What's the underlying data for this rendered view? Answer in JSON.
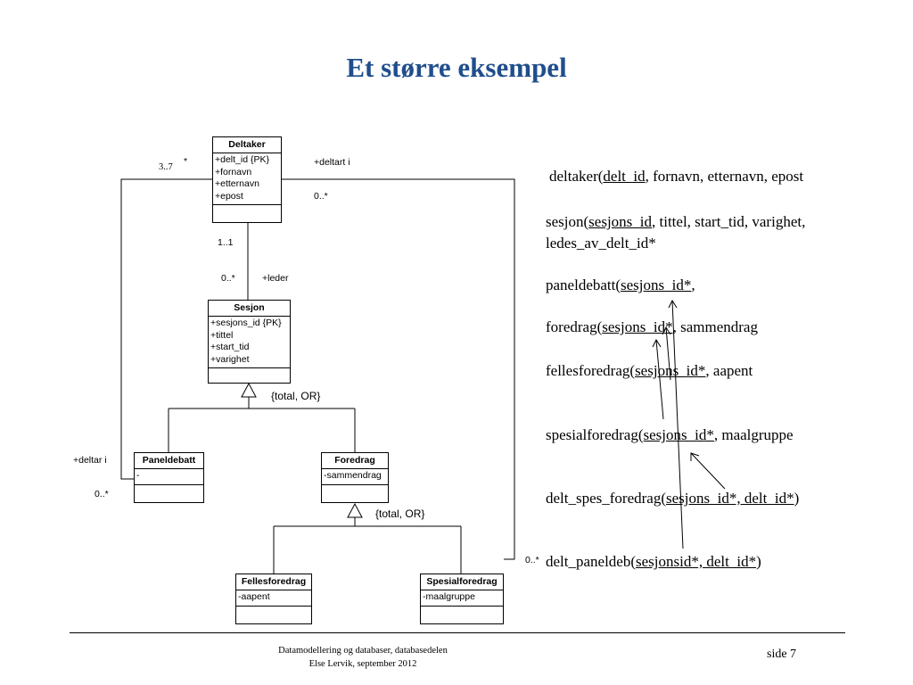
{
  "title": "Et større eksempel",
  "classes": {
    "deltaker": {
      "name": "Deltaker",
      "attrs": [
        "+delt_id {PK}",
        "+fornavn",
        "+etternavn",
        "+epost"
      ]
    },
    "sesjon": {
      "name": "Sesjon",
      "attrs": [
        "+sesjons_id {PK}",
        "+tittel",
        "+start_tid",
        "+varighet"
      ]
    },
    "paneldebatt": {
      "name": "Paneldebatt",
      "attrs": [
        "-"
      ]
    },
    "foredrag": {
      "name": "Foredrag",
      "attrs": [
        "-sammendrag"
      ]
    },
    "fellesforedrag": {
      "name": "Fellesforedrag",
      "attrs": [
        "-aapent"
      ]
    },
    "spesialforedrag": {
      "name": "Spesialforedrag",
      "attrs": [
        "-maalgruppe"
      ]
    }
  },
  "labels": {
    "mult_3_7": "3..7",
    "star_top": "*",
    "deltart_i": "+deltart i",
    "mult_0star_right": "0..*",
    "mult_1_1": "1..1",
    "mult_0star_leder": "0..*",
    "leder": "+leder",
    "constraint_1": "{total, OR}",
    "deltar_i": "+deltar i",
    "mult_0star_left": "0..*",
    "constraint_2": "{total, OR}",
    "mult_0star_bottom_right": "0..*"
  },
  "relations": {
    "deltaker": {
      "pre": "deltaker(",
      "key": "delt_id",
      "post": ", fornavn, etternavn, epost"
    },
    "sesjon_line1": {
      "pre": "sesjon(",
      "key": "sesjons_id",
      "post": ", tittel, start_tid, varighet,"
    },
    "sesjon_line2": "ledes_av_delt_id*",
    "paneldebatt": {
      "pre": "paneldebatt(",
      "key": "sesjons_id*",
      "post": ","
    },
    "foredrag": {
      "pre": "foredrag(",
      "key": "sesjons_id*",
      "post": ", sammendrag"
    },
    "fellesforedrag": {
      "pre": "fellesforedrag(",
      "key": "sesjons_id*",
      "post": ", aapent"
    },
    "spesialforedrag": {
      "pre": "spesialforedrag(",
      "key": "sesjons_id*",
      "post": ", maalgruppe"
    },
    "delt_spes_foredrag": {
      "pre": "delt_spes_foredrag(",
      "key": "sesjons_id*, delt_id*",
      "post": ")"
    },
    "delt_paneldeb": {
      "pre": "delt_paneldeb(",
      "key": "sesjonsid*, delt_id*",
      "post": ")"
    }
  },
  "footer": {
    "line1": "Datamodellering og databaser, databasedelen",
    "line2": "Else Lervik, september 2012",
    "page": "side 7"
  }
}
